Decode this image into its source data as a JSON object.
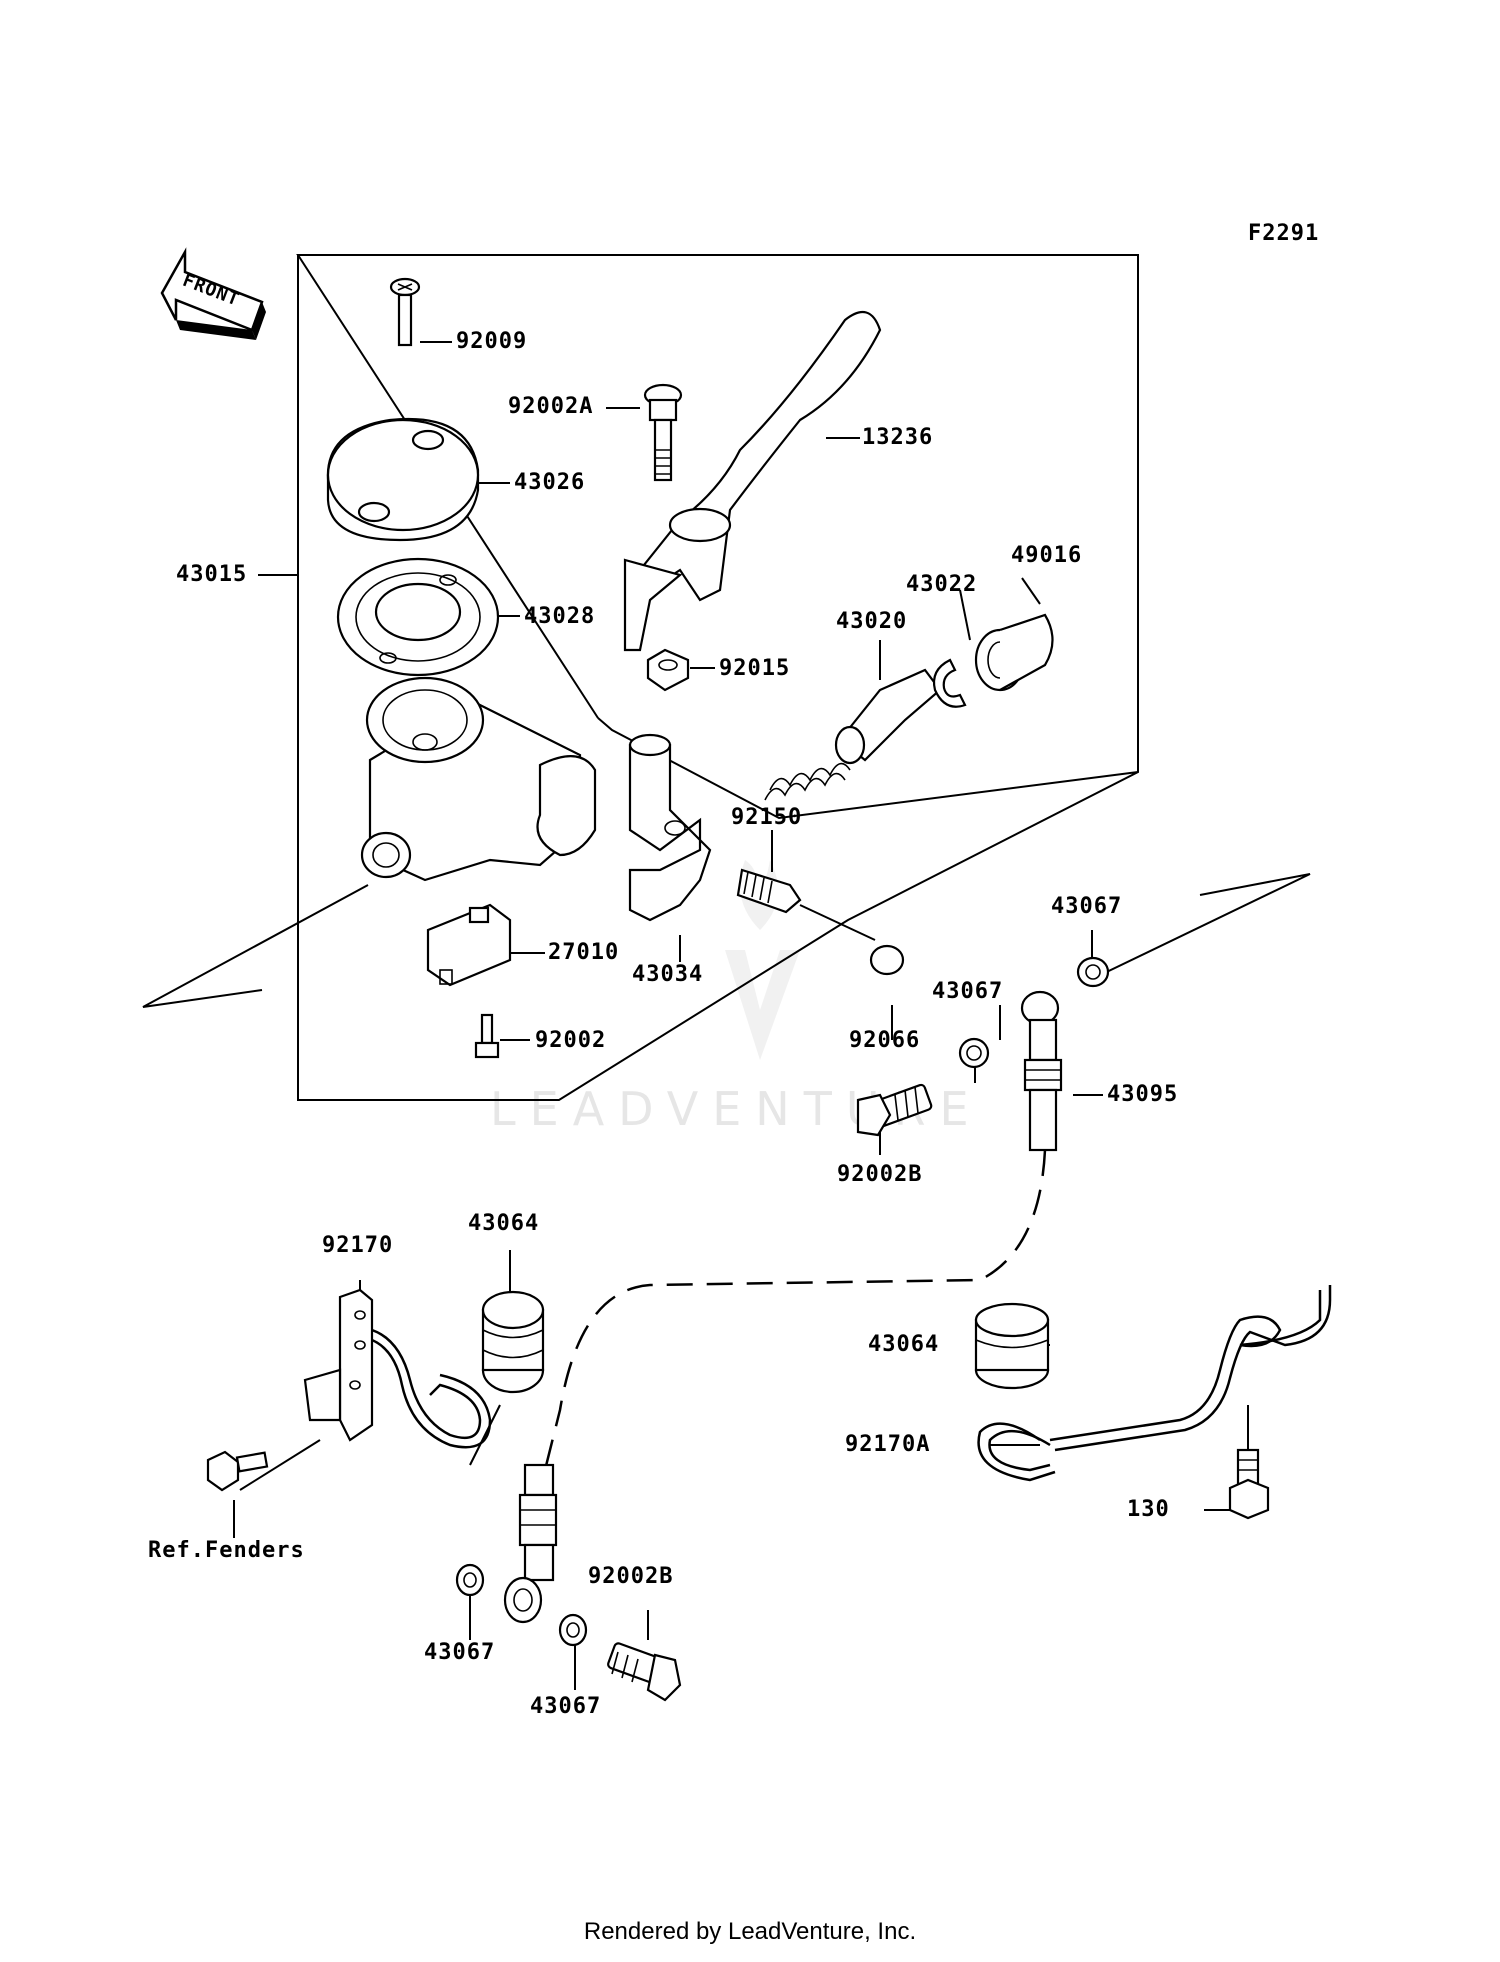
{
  "figure_code": "F2291",
  "front_label": "FRONT",
  "watermark": "LEADVENTURE",
  "footer": "Rendered by LeadVenture, Inc.",
  "colors": {
    "line": "#000000",
    "background": "#ffffff",
    "watermark": "#e6e6e6"
  },
  "labels": {
    "p92009": "92009",
    "p92002A": "92002A",
    "p13236": "13236",
    "p43026": "43026",
    "p43015": "43015",
    "p43028": "43028",
    "p49016": "49016",
    "p43022": "43022",
    "p43020": "43020",
    "p92015": "92015",
    "p92150": "92150",
    "p43067_a": "43067",
    "p27010": "27010",
    "p43034": "43034",
    "p43067_b": "43067",
    "p92066": "92066",
    "p92002": "92002",
    "p43095": "43095",
    "p92002B_a": "92002B",
    "p43064_a": "43064",
    "p92170": "92170",
    "p43064_b": "43064",
    "p92170A": "92170A",
    "p130": "130",
    "ref_fenders": "Ref.Fenders",
    "p92002B_b": "92002B",
    "p43067_c": "43067",
    "p43067_d": "43067"
  }
}
